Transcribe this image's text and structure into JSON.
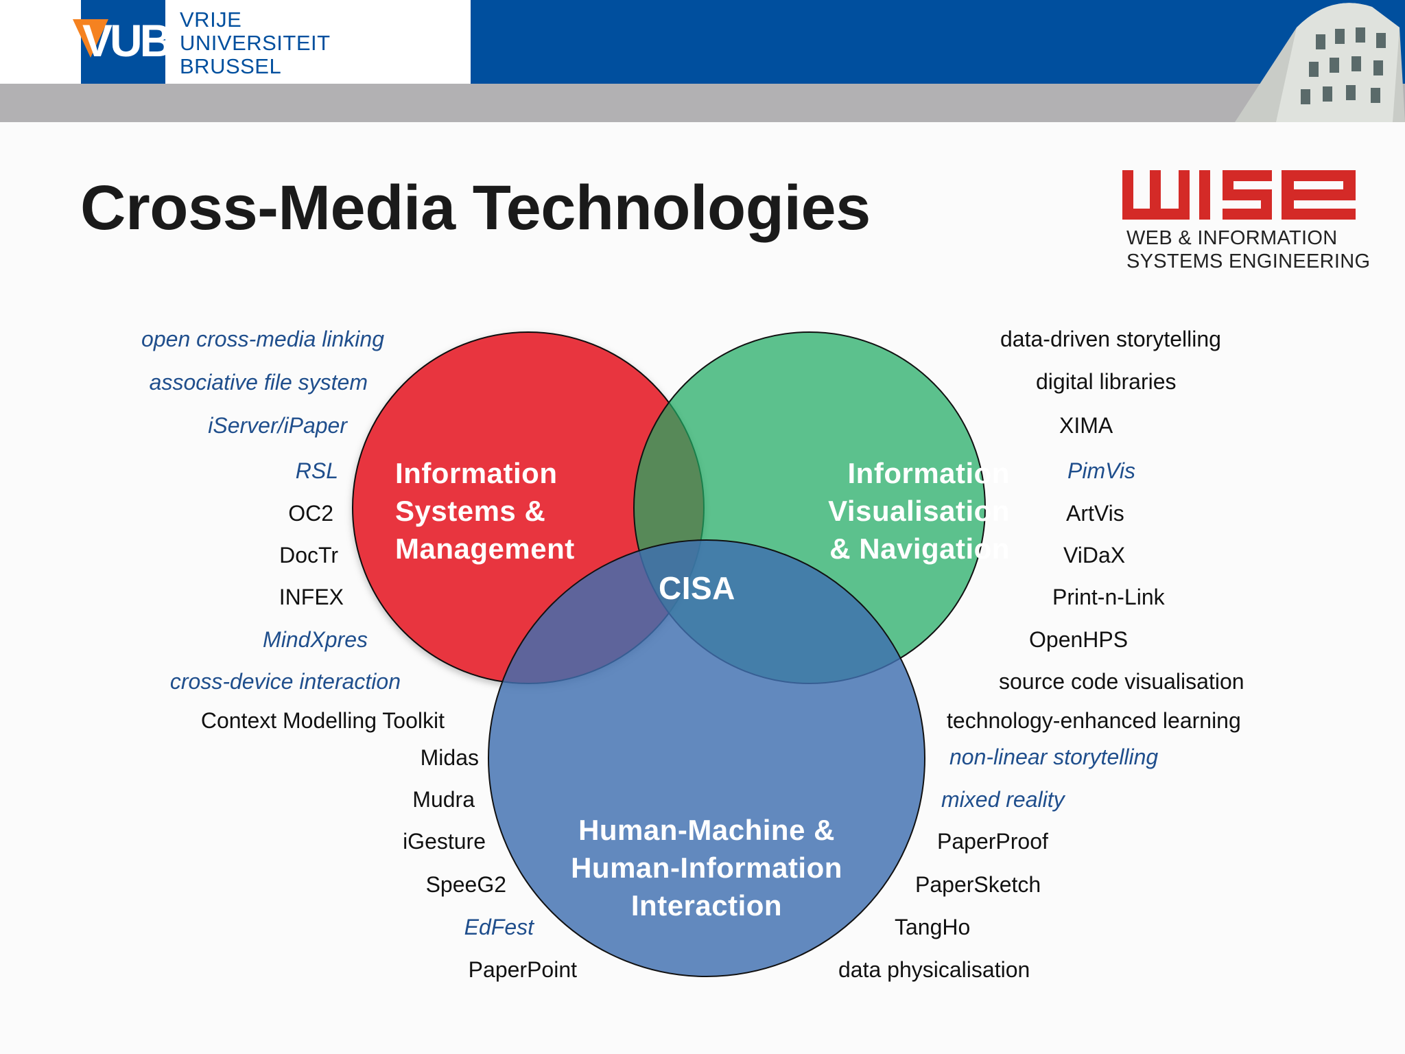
{
  "header": {
    "logo_letters": "VUB",
    "university_name": [
      "VRIJE",
      "UNIVERSITEIT",
      "BRUSSEL"
    ],
    "colors": {
      "brand_blue": "#004f9e",
      "brand_orange": "#f58220",
      "band_gray": "#b2b1b3"
    }
  },
  "title": "Cross-Media Technologies",
  "wise_logo": {
    "wordmark": "wise",
    "subtitle": [
      "WEB & INFORMATION",
      "SYSTEMS ENGINEERING"
    ],
    "color": "#d42a27"
  },
  "venn": {
    "circles": [
      {
        "label": [
          "Information",
          "Systems &",
          "Management"
        ],
        "color": "#e8303a"
      },
      {
        "label": [
          "Information",
          "Visualisation",
          "& Navigation"
        ],
        "color": "#1faa63"
      },
      {
        "label": [
          "Human-Machine &",
          "Human-Information",
          "Interaction"
        ],
        "color": "#4a78b4"
      }
    ],
    "center_label": "CISA"
  },
  "left_items": [
    {
      "text": "open cross-media linking",
      "italic": true
    },
    {
      "text": "associative file system",
      "italic": true
    },
    {
      "text": "iServer/iPaper",
      "italic": true
    },
    {
      "text": "RSL",
      "italic": true
    },
    {
      "text": "OC2",
      "italic": false
    },
    {
      "text": "DocTr",
      "italic": false
    },
    {
      "text": "INFEX",
      "italic": false
    },
    {
      "text": "MindXpres",
      "italic": true
    },
    {
      "text": "cross-device interaction",
      "italic": true
    },
    {
      "text": "Context Modelling Toolkit",
      "italic": false
    },
    {
      "text": "Midas",
      "italic": false
    },
    {
      "text": "Mudra",
      "italic": false
    },
    {
      "text": "iGesture",
      "italic": false
    },
    {
      "text": "SpeeG2",
      "italic": false
    },
    {
      "text": "EdFest",
      "italic": true
    },
    {
      "text": "PaperPoint",
      "italic": false
    }
  ],
  "right_items": [
    {
      "text": "data-driven storytelling",
      "italic": false
    },
    {
      "text": "digital libraries",
      "italic": false
    },
    {
      "text": "XIMA",
      "italic": false
    },
    {
      "text": "PimVis",
      "italic": true
    },
    {
      "text": "ArtVis",
      "italic": false
    },
    {
      "text": "ViDaX",
      "italic": false
    },
    {
      "text": "Print-n-Link",
      "italic": false
    },
    {
      "text": "OpenHPS",
      "italic": false
    },
    {
      "text": "source code visualisation",
      "italic": false
    },
    {
      "text": "technology-enhanced learning",
      "italic": false
    },
    {
      "text": "non-linear storytelling",
      "italic": true
    },
    {
      "text": "mixed reality",
      "italic": true
    },
    {
      "text": "PaperProof",
      "italic": false
    },
    {
      "text": "PaperSketch",
      "italic": false
    },
    {
      "text": "TangHo",
      "italic": false
    },
    {
      "text": "data physicalisation",
      "italic": false
    }
  ]
}
